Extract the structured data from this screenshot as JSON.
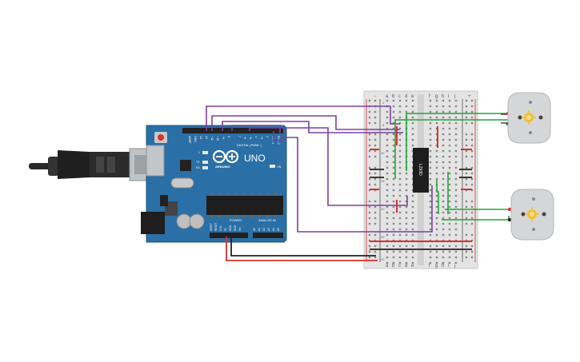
{
  "diagram": {
    "board": {
      "logo_text": "UNO",
      "brand_text": "ARDUINO",
      "digital_header": "DIGITAL (PWM~)",
      "power_header": "POWER",
      "analog_header": "ANALOG IN",
      "aref": "AREF",
      "gnd": "GND",
      "pin_13": "13",
      "pin_12": "12",
      "pin_11": "~11",
      "pin_10": "~10",
      "pin_9": "~9",
      "pin_8": "8",
      "pin_7": "7",
      "pin_6": "~6",
      "pin_5": "~5",
      "pin_4": "4",
      "pin_3": "~3",
      "pin_2": "2",
      "pin_1": "TX→1",
      "pin_0": "RX←0",
      "led_l": "L",
      "led_tx": "TX",
      "led_rx": "RX",
      "led_on": "ON",
      "p_ioref": "IOREF",
      "p_reset": "RESET",
      "p_3v3": "3.3V",
      "p_5v": "5V",
      "p_gnd1": "GND",
      "p_gnd2": "GND",
      "p_vin": "Vin",
      "a0": "A0",
      "a1": "A1",
      "a2": "A2",
      "a3": "A3",
      "a4": "A4",
      "a5": "A5"
    },
    "breadboard": {
      "col_labels_left": [
        "a",
        "b",
        "c",
        "d",
        "e"
      ],
      "col_labels_right": [
        "f",
        "g",
        "h",
        "i",
        "j"
      ],
      "row_numbers": [
        "1",
        "5",
        "10",
        "15",
        "20",
        "25",
        "30"
      ],
      "rail_minus": "−",
      "rail_plus": "+"
    },
    "chip": {
      "label": "L293D"
    },
    "colors": {
      "board": "#2a6fa6",
      "wire_purple": "#7b3fa0",
      "wire_green": "#22a53a",
      "wire_red": "#d9302c",
      "wire_black": "#222222",
      "motor_body": "#d4d6d8",
      "motor_hub": "#f2c12e"
    }
  }
}
